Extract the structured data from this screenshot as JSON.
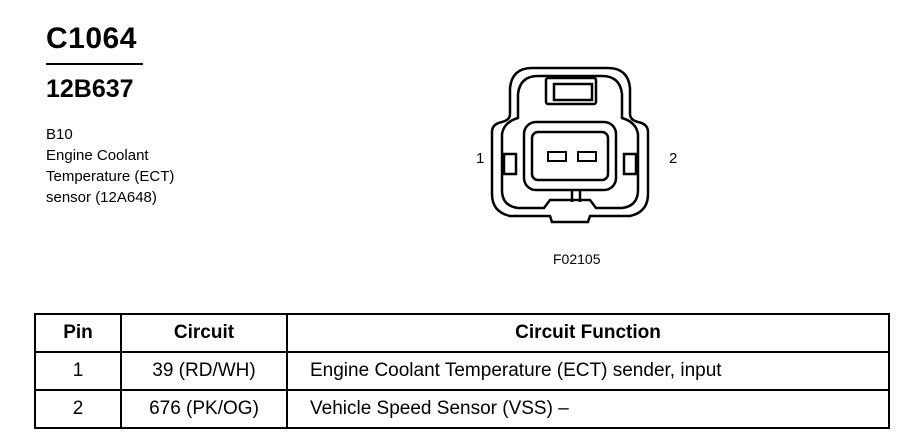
{
  "header": {
    "connector_id": "C1064",
    "part_number": "12B637",
    "description_lines": [
      "B10",
      "Engine Coolant",
      "Temperature (ECT)",
      "sensor (12A648)"
    ]
  },
  "diagram": {
    "pin_left": "1",
    "pin_right": "2",
    "figure_id": "F02105"
  },
  "table": {
    "headers": [
      "Pin",
      "Circuit",
      "Circuit Function"
    ],
    "rows": [
      {
        "pin": "1",
        "circuit": "39 (RD/WH)",
        "function": "Engine Coolant Temperature (ECT) sender, input"
      },
      {
        "pin": "2",
        "circuit": "676 (PK/OG)",
        "function": "Vehicle Speed Sensor (VSS) –"
      }
    ]
  }
}
